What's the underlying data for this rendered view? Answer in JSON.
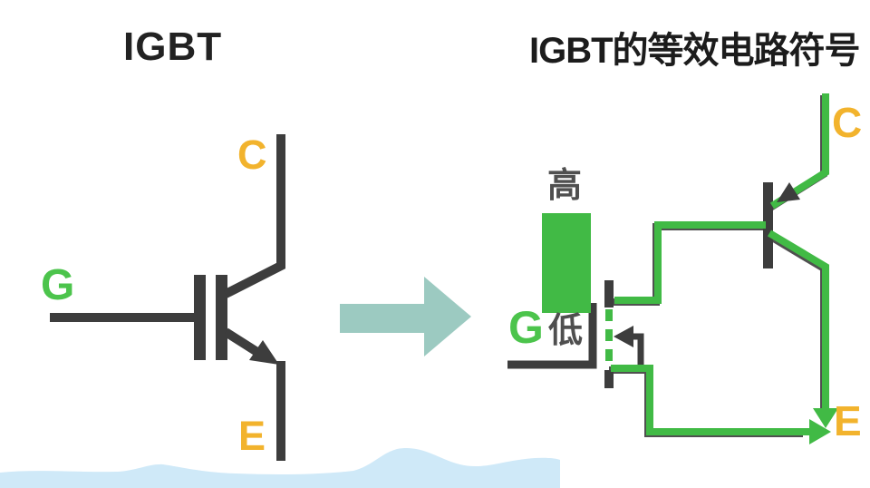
{
  "left_panel": {
    "title": "IGBT",
    "labels": {
      "gate": "G",
      "collector": "C",
      "emitter": "E"
    }
  },
  "transform_arrow": {
    "icon": "right-arrow-icon"
  },
  "right_panel": {
    "title": "IGBT的等效电路符号",
    "labels": {
      "gate": "G",
      "collector": "C",
      "emitter": "E"
    },
    "annotations": {
      "gate_high": "高",
      "gate_low": "低"
    }
  },
  "colors": {
    "background": "#ffffff",
    "circuit_dark": "#3d3d3d",
    "circuit_green": "#41ba45",
    "label_green": "#4cc44c",
    "label_orange": "#f2b32d",
    "label_gray": "#4f4f4f",
    "arrow_teal": "#9ccac1",
    "wave_blue": "#cfe9f8"
  }
}
